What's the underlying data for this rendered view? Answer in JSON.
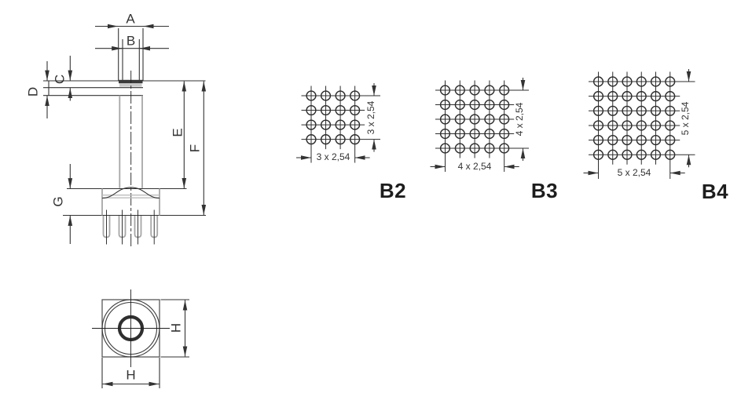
{
  "drawing": {
    "type": "technical-dimension-drawing",
    "side_view": {
      "dim_labels": {
        "A": "A",
        "B": "B",
        "C": "C",
        "D": "D",
        "E": "E",
        "F": "F",
        "G": "G"
      }
    },
    "bottom_view": {
      "dim_h_vertical": "H",
      "dim_h_horizontal": "H"
    },
    "pin_grids": [
      {
        "label": "B2",
        "rows": 4,
        "cols": 4,
        "h_dim": "3 x 2,54",
        "v_dim": "3 x 2,54"
      },
      {
        "label": "B3",
        "rows": 5,
        "cols": 5,
        "h_dim": "4 x 2,54",
        "v_dim": "4 x 2,54"
      },
      {
        "label": "B4",
        "rows": 6,
        "cols": 6,
        "h_dim": "5 x 2,54",
        "v_dim": "5 x 2,54"
      }
    ],
    "colors": {
      "dimension_line": "#333333",
      "edge_gray": "#a6a6a6",
      "label_text": "#333333",
      "grid_label": "#1d1d1d",
      "background": "#ffffff"
    }
  }
}
